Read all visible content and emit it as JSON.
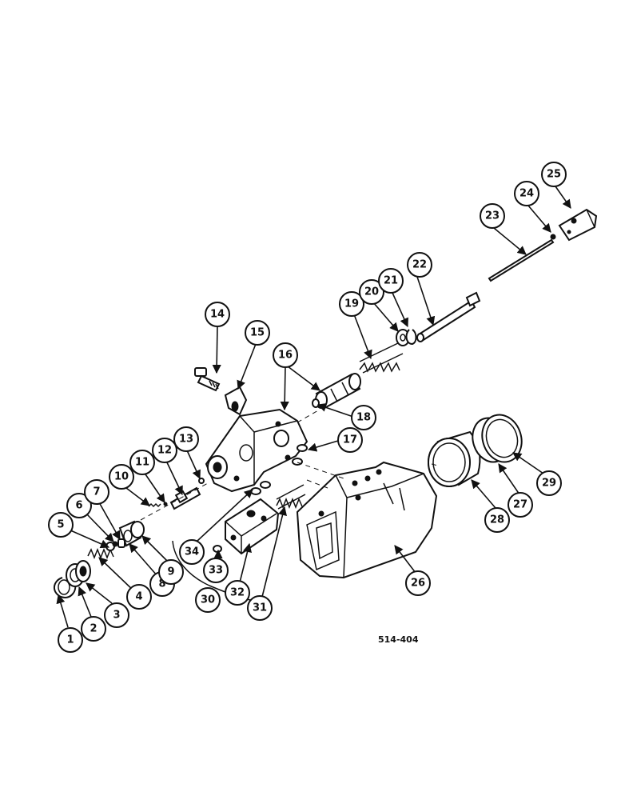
{
  "drawing_number": "514-404",
  "callouts": [
    "1",
    "2",
    "3",
    "4",
    "5",
    "6",
    "7",
    "8",
    "9",
    "10",
    "11",
    "12",
    "13",
    "14",
    "15",
    "16",
    "17",
    "18",
    "19",
    "20",
    "21",
    "22",
    "23",
    "24",
    "25",
    "26",
    "27",
    "28",
    "29",
    "30",
    "31",
    "32",
    "33",
    "34"
  ]
}
